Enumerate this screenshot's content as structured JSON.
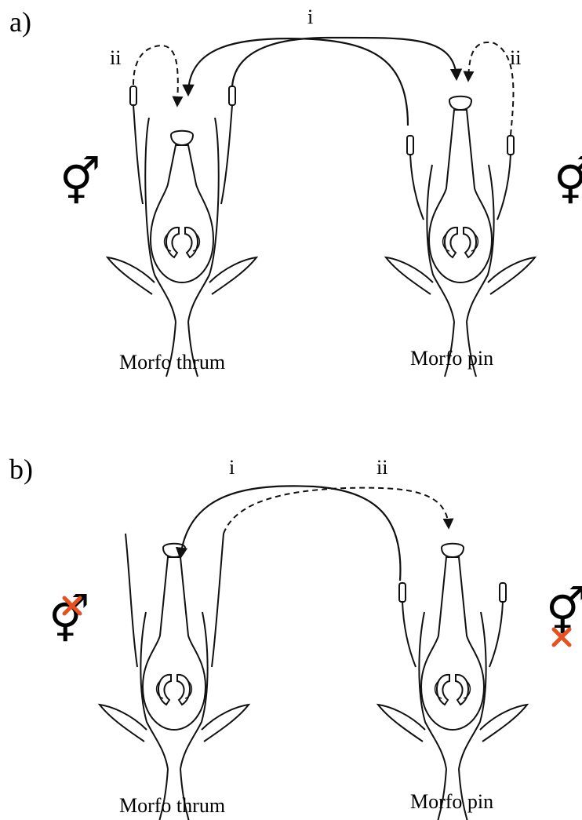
{
  "panels": [
    {
      "label": "a)",
      "path_labels": {
        "cross": "i",
        "self": "ii",
        "self_right": "ii"
      },
      "morph_labels": {
        "left": "Morfo thrum",
        "right": "Morfo pin"
      },
      "symbols": {
        "left": "⚥",
        "right": "⚥"
      }
    },
    {
      "label": "b)",
      "path_labels": {
        "cross": "i",
        "other": "ii"
      },
      "morph_labels": {
        "left": "Morfo thrum",
        "right": "Morfo pin"
      },
      "symbols": {
        "left": "⚥",
        "right": "⚥"
      }
    }
  ],
  "colors": {
    "line": "#111111",
    "cross_mark": "#e8501e"
  }
}
